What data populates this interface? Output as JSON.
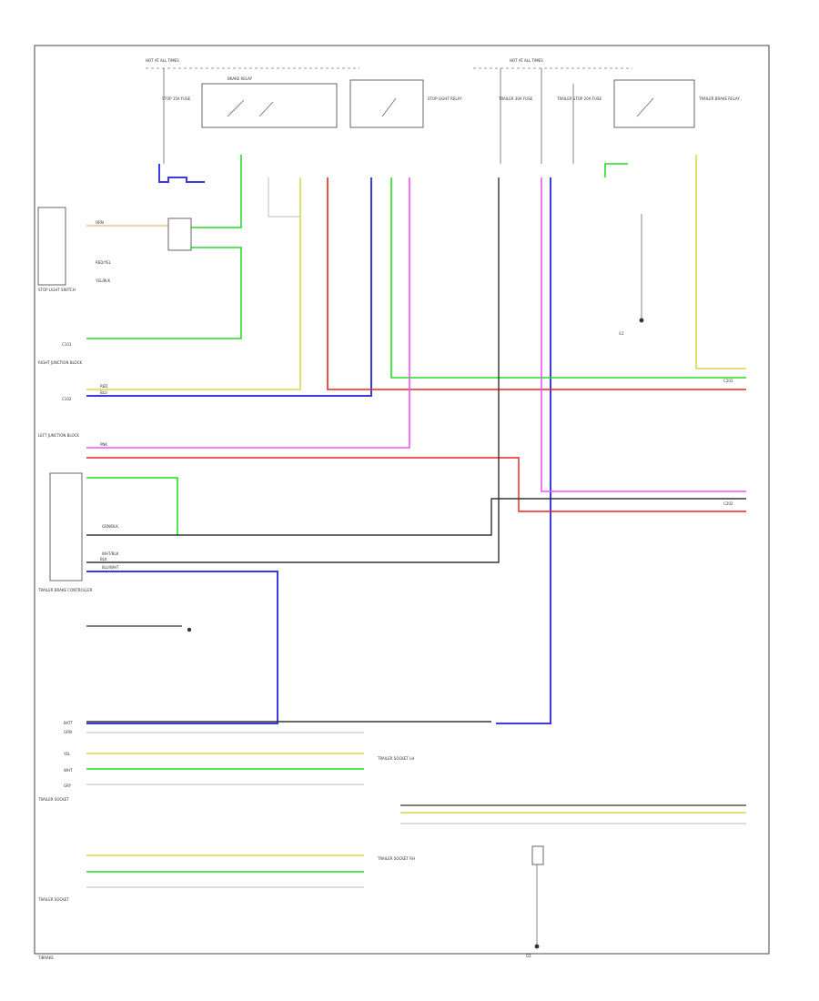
{
  "figure": {
    "footer_code": "TIBRAKE",
    "top_label_left": "HOT AT ALL TIMES",
    "top_label_right": "HOT AT ALL TIMES"
  },
  "wire_colors": {
    "blu": "#3a3ae0",
    "grn": "#22dd22",
    "red": "#ee2222",
    "pnk": "#ee55ee",
    "yel": "#d8d84a",
    "orn": "#e8c090",
    "blk": "#333333",
    "gry": "#bbbbbb"
  },
  "components": {
    "stop_light_switch": "STOP LIGHT SWITCH",
    "stop_fuse": "STOP 15A FUSE",
    "brake_relay": "BRAKE RELAY",
    "stop_light_relay": "STOP LIGHT RELAY",
    "trailer_fuse": "TRAILER 30A FUSE",
    "trailer_stop_fuse": "TRAILER STOP 20A FUSE",
    "trailer_brake_relay": "TRAILER BRAKE RELAY",
    "trailer_brake_controller": "TRAILER BRAKE CONTROLLER",
    "trailer_socket": "TRAILER SOCKET",
    "trailer_socket_2": "TRAILER SOCKET",
    "trailer_connector_left": "TRAILER SOCKET LH",
    "trailer_connector_right": "TRAILER SOCKET RH",
    "ground_g1": "G1",
    "ground_g2": "G2",
    "left_junction": "LEFT JUNCTION BLOCK",
    "right_junction": "RIGHT JUNCTION BLOCK"
  },
  "connectors": {
    "c_left_1": "C101",
    "c_left_2": "C102",
    "c_right_1": "C201",
    "c_right_2": "C202"
  },
  "pin_labels": [
    "BATT",
    "GRN",
    "RED",
    "PNK",
    "BLU",
    "YEL",
    "WHT",
    "BLK",
    "GRN/BLK",
    "WHT/BLK",
    "BLU/WHT",
    "GRY",
    "ORN",
    "RED/YEL",
    "YEL/BLK"
  ]
}
